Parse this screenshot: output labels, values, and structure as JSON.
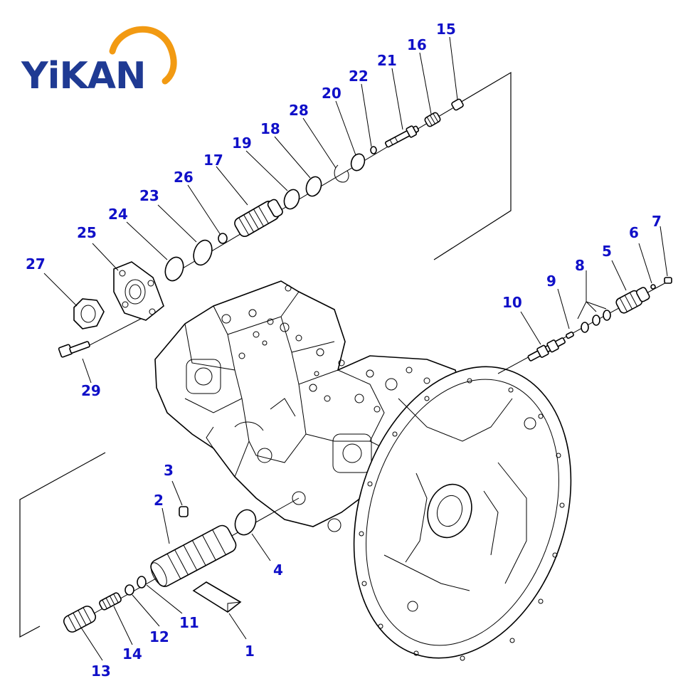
{
  "brand": {
    "name": "YiKAN",
    "text_color": "#1f3a93",
    "arc_color": "#f29a12"
  },
  "callout_color": "#1010c8",
  "callouts": [
    "15",
    "16",
    "21",
    "22",
    "20",
    "28",
    "18",
    "19",
    "17",
    "26",
    "23",
    "24",
    "25",
    "27",
    "29",
    "6",
    "7",
    "5",
    "8",
    "9",
    "10",
    "3",
    "2",
    "4",
    "11",
    "12",
    "13",
    "14",
    "1"
  ]
}
